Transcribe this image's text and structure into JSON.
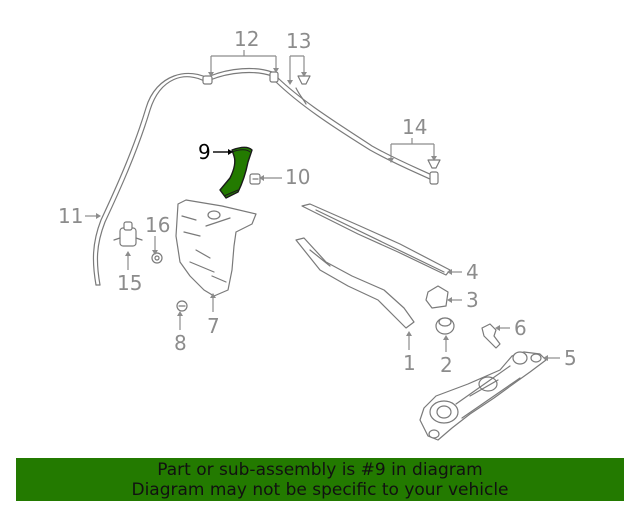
{
  "diagram": {
    "highlight_color": "#237a00",
    "callouts": {
      "c1": "1",
      "c2": "2",
      "c3": "3",
      "c4": "4",
      "c5": "5",
      "c6": "6",
      "c7": "7",
      "c8": "8",
      "c9": "9",
      "c10": "10",
      "c11": "11",
      "c12": "12",
      "c13": "13",
      "c14": "14",
      "c15": "15",
      "c16": "16"
    }
  },
  "banner": {
    "line1": "Part or sub-assembly is #9 in diagram",
    "line2": "Diagram may not be specific to your vehicle",
    "background": "#237a00"
  }
}
